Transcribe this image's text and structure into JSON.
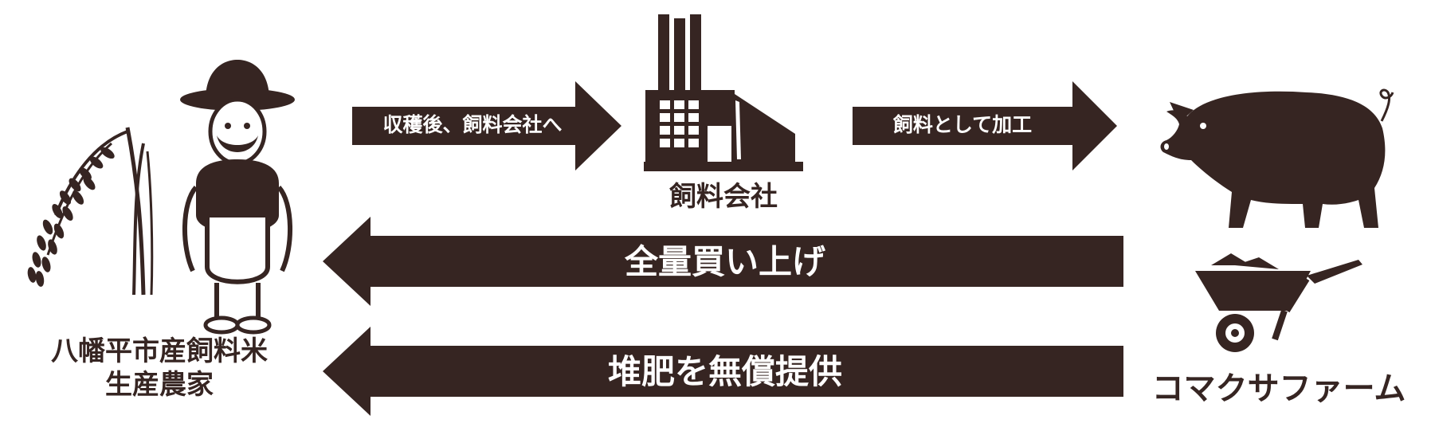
{
  "colors": {
    "ink": "#362522",
    "background": "#ffffff",
    "arrow_text": "#ffffff"
  },
  "arrows": {
    "farmer_to_company": "収穫後、飼料会社へ",
    "company_to_farm": "飼料として加工",
    "buyback": "全量買い上げ",
    "compost": "堆肥を無償提供"
  },
  "nodes": {
    "farmer": {
      "line1": "八幡平市産飼料米",
      "line2": "生産農家",
      "icon": "farmer-with-rice-icon"
    },
    "company": {
      "label": "飼料会社",
      "icon": "factory-icon"
    },
    "farm": {
      "label": "コマクサファーム",
      "icons": [
        "pig-icon",
        "wheelbarrow-icon"
      ]
    }
  }
}
